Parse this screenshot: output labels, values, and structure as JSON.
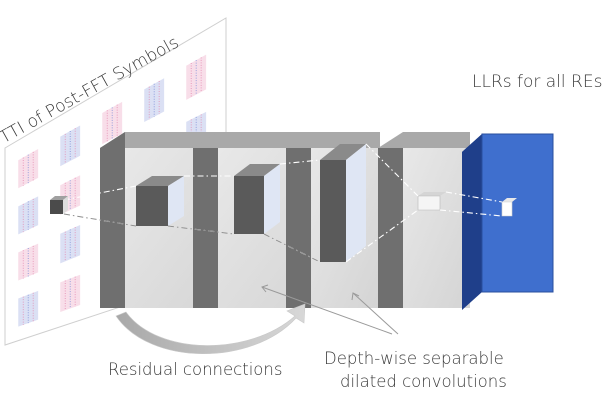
{
  "labels": {
    "grid_title": "TTI of Post-FFT Symbols",
    "output_title": "LLRs for all REs",
    "residual": "Residual connections",
    "depthwise_line1": "Depth-wise separable",
    "depthwise_line2": "dilated convolutions"
  },
  "colors": {
    "block_face": "#e2e2e2",
    "block_side": "#6f6f6f",
    "block_top": "#a9a9a9",
    "output_face": "#3f6fce",
    "output_side": "#1f3f8a",
    "grid_pink": "#e58ab0",
    "grid_blue": "#7d8fd8",
    "arrow_gray": "#9a9a9a"
  },
  "icons": {
    "residual_arrow": "curved-arrow-icon"
  }
}
